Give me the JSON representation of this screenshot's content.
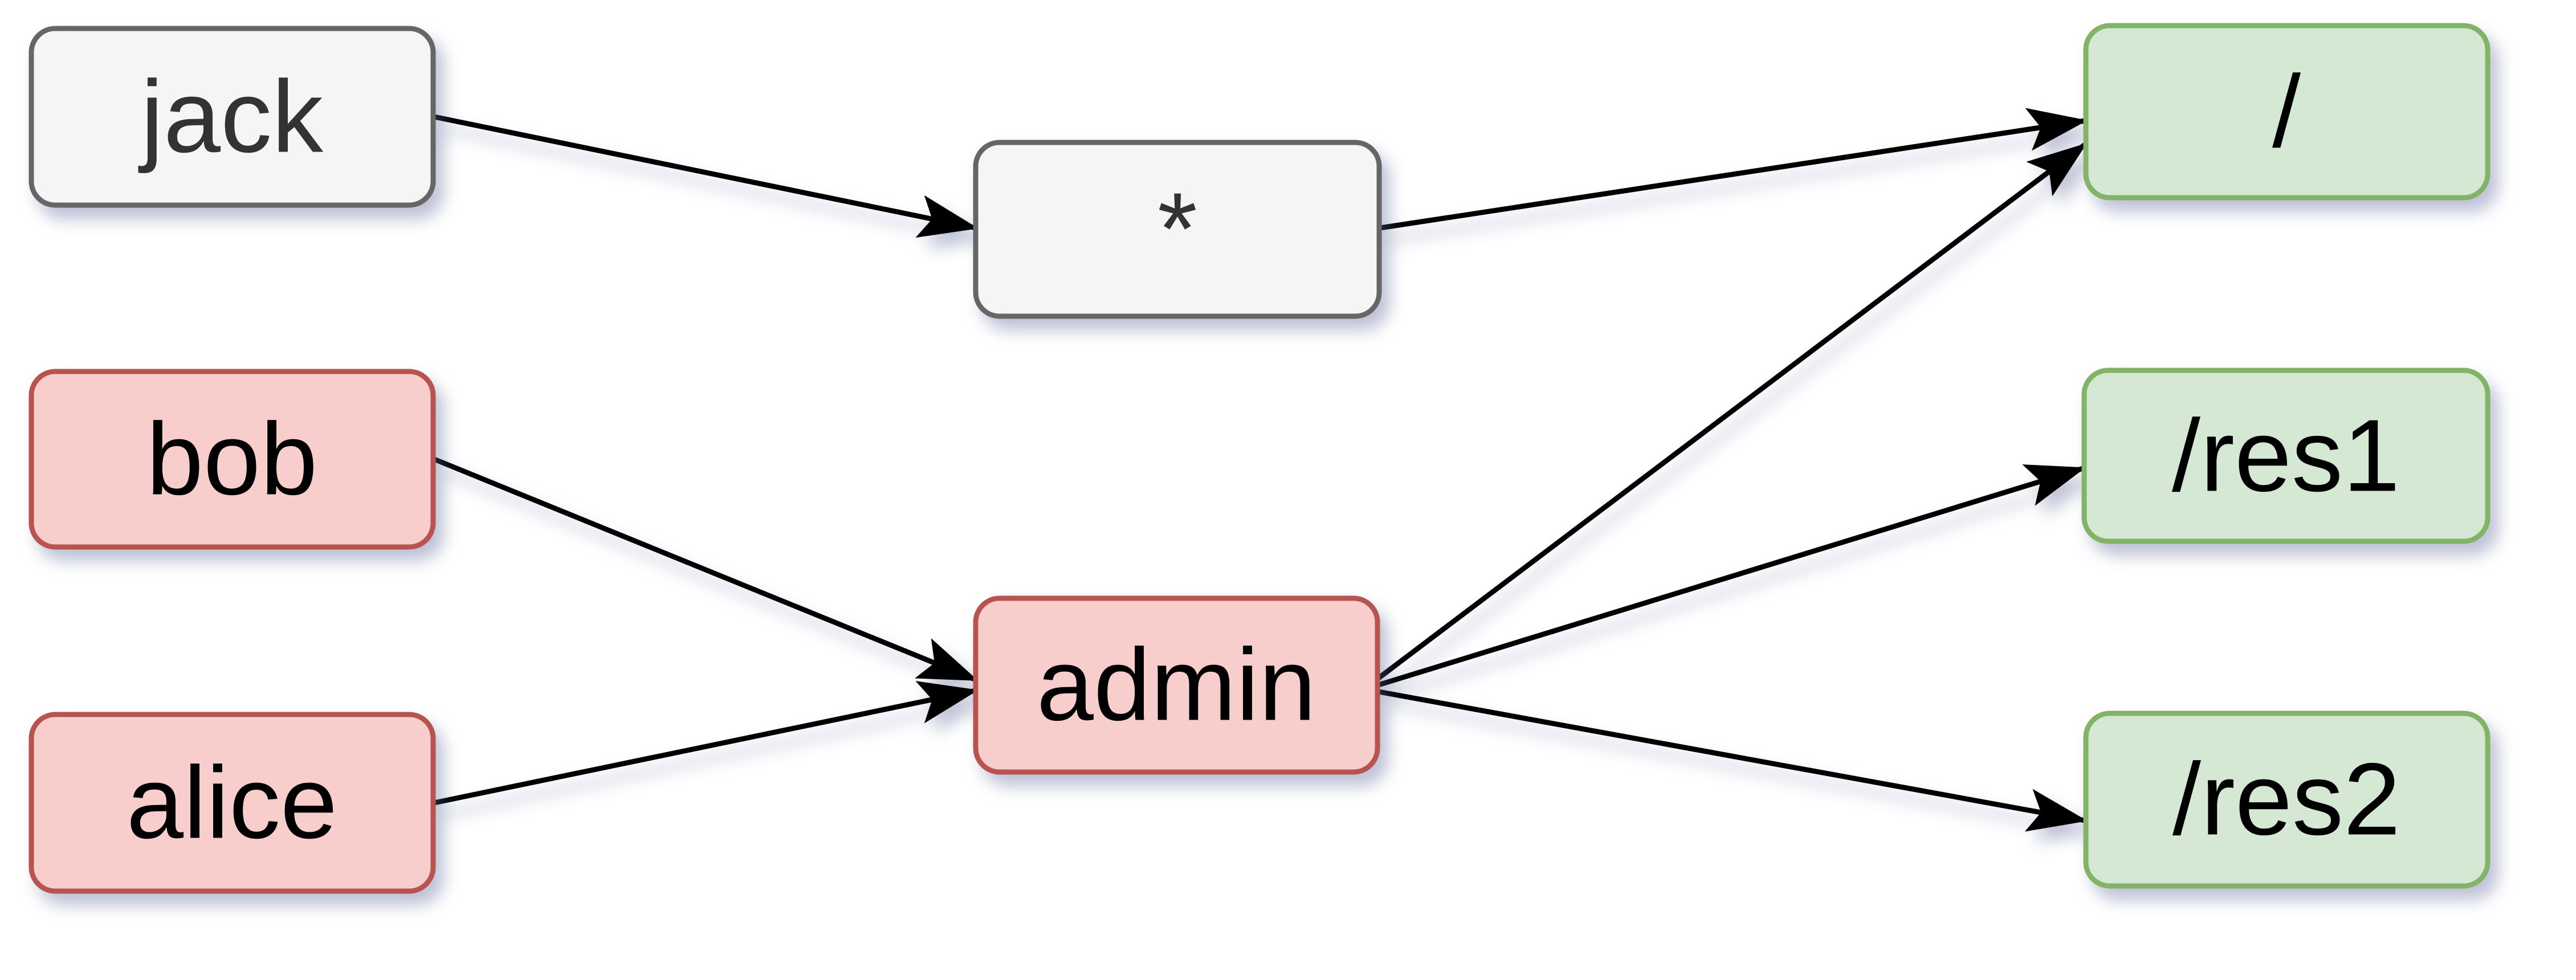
{
  "diagram": {
    "title": "rbac-users-roles-resources-graph",
    "background_color": "#ffffff",
    "edge_style": {
      "color": "#000000",
      "arrowhead": "classic-filled"
    },
    "node_styles": {
      "neutral": {
        "fill": "#f5f5f5",
        "stroke": "#666666",
        "text_color": "#333333"
      },
      "role": {
        "fill": "#f8cecc",
        "stroke": "#b85450",
        "text_color": "#000000"
      },
      "resource": {
        "fill": "#d5e8d4",
        "stroke": "#82b366",
        "text_color": "#000000"
      }
    },
    "nodes": [
      {
        "id": "jack",
        "label": "jack",
        "kind": "user",
        "fill": "#f5f5f5",
        "stroke": "#666666",
        "text_color": "#333333"
      },
      {
        "id": "bob",
        "label": "bob",
        "kind": "user",
        "fill": "#f8cecc",
        "stroke": "#b85450",
        "text_color": "#000000"
      },
      {
        "id": "alice",
        "label": "alice",
        "kind": "user",
        "fill": "#f8cecc",
        "stroke": "#b85450",
        "text_color": "#000000"
      },
      {
        "id": "star",
        "label": "*",
        "kind": "role",
        "fill": "#f5f5f5",
        "stroke": "#666666",
        "text_color": "#333333"
      },
      {
        "id": "admin",
        "label": "admin",
        "kind": "role",
        "fill": "#f8cecc",
        "stroke": "#b85450",
        "text_color": "#000000"
      },
      {
        "id": "root",
        "label": "/",
        "kind": "resource",
        "fill": "#d5e8d4",
        "stroke": "#82b366",
        "text_color": "#000000"
      },
      {
        "id": "res1",
        "label": "/res1",
        "kind": "resource",
        "fill": "#d5e8d4",
        "stroke": "#82b366",
        "text_color": "#000000"
      },
      {
        "id": "res2",
        "label": "/res2",
        "kind": "resource",
        "fill": "#d5e8d4",
        "stroke": "#82b366",
        "text_color": "#000000"
      }
    ],
    "edges": [
      {
        "from": "jack",
        "to": "star"
      },
      {
        "from": "bob",
        "to": "admin"
      },
      {
        "from": "alice",
        "to": "admin"
      },
      {
        "from": "star",
        "to": "root"
      },
      {
        "from": "admin",
        "to": "root"
      },
      {
        "from": "admin",
        "to": "res1"
      },
      {
        "from": "admin",
        "to": "res2"
      }
    ]
  }
}
